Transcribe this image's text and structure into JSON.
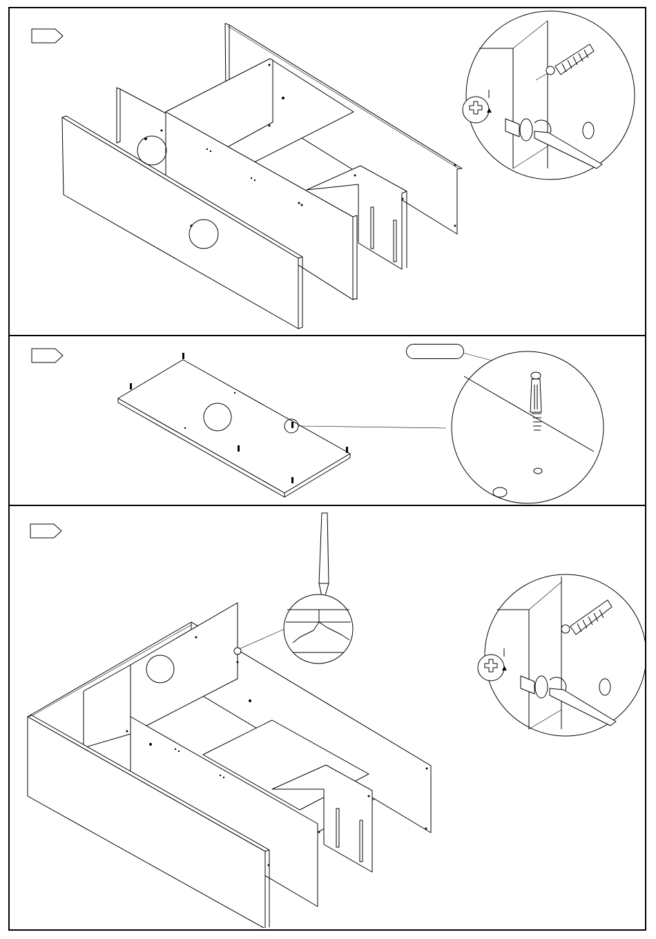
{
  "steps": [
    {
      "id": "step-1",
      "badge_text": ""
    },
    {
      "id": "step-2",
      "badge_text": "",
      "callout_label": ""
    },
    {
      "id": "step-3",
      "badge_text": ""
    }
  ],
  "colors": {
    "line": "#000000",
    "background": "#ffffff"
  },
  "icons": [
    "step-arrow-badge-icon",
    "cam-dowel-icon",
    "cam-bolt-icon",
    "cam-lock-icon",
    "screwdriver-icon",
    "pencil-icon"
  ]
}
